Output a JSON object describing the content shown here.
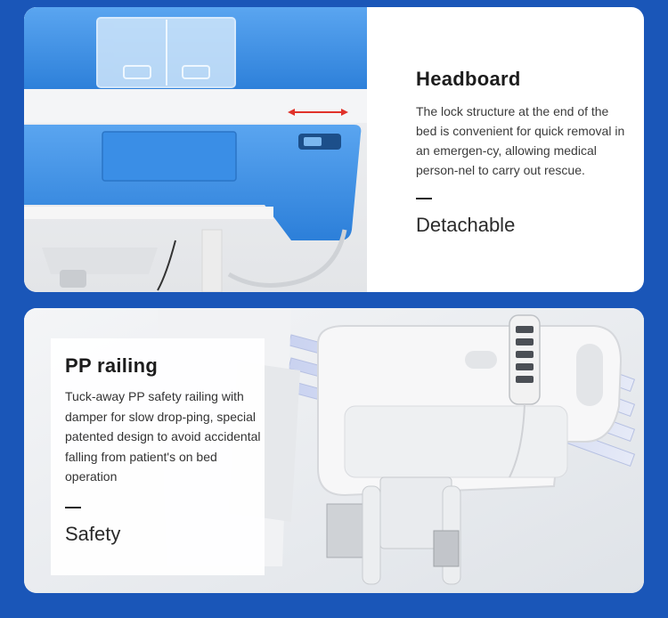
{
  "headboard": {
    "title": "Headboard",
    "description": "The lock structure at the end of the bed is convenient for quick removal in an emergen-cy, allowing medical person-nel to carry out rescue.",
    "tag": "Detachable"
  },
  "railing": {
    "title": "PP railing",
    "description": "Tuck-away PP safety railing with damper for slow drop-ping, special patented design to avoid accidental falling from patient's on bed operation",
    "tag": "Safety"
  },
  "colors": {
    "background": "#1a56b8",
    "card": "#ffffff",
    "bed_blue": "#3a8ee6",
    "arrow_red": "#e0322a"
  }
}
